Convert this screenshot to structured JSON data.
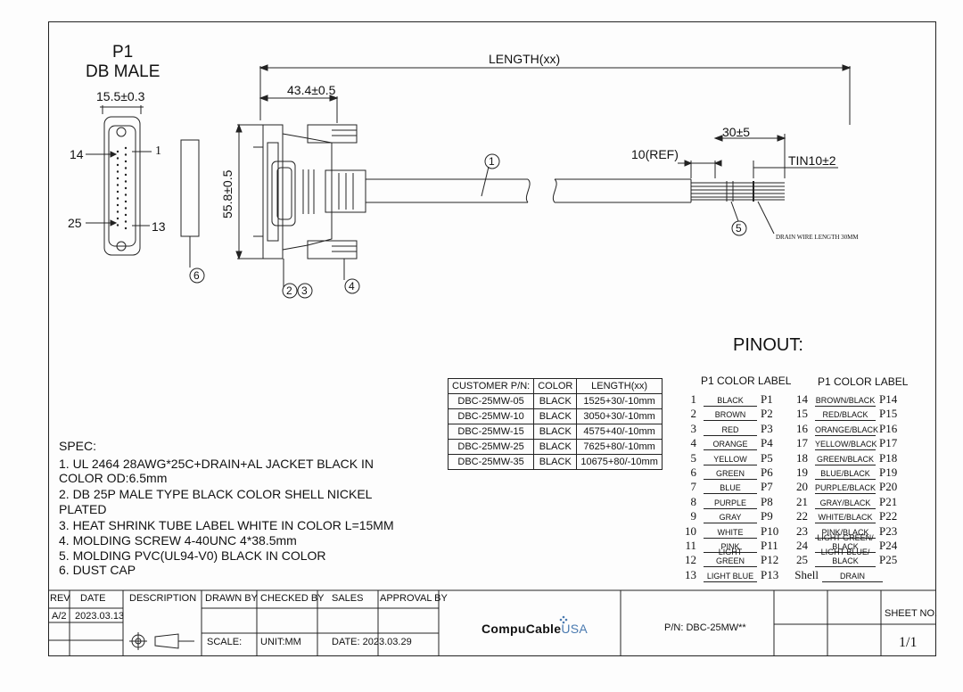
{
  "p1": {
    "title": "P1",
    "subtitle": "DB MALE",
    "dim_width": "15.5±0.3",
    "pin14": "14",
    "pin1": "1",
    "pin25": "25",
    "pin13": "13"
  },
  "dims": {
    "length": "LENGTH(xx)",
    "molding": "43.4±0.5",
    "height": "55.8±0.5",
    "strip": "30±5",
    "ref": "10(REF)",
    "tin": "TIN10±2",
    "drain_note": "DRAIN WIRE LENGTH 30MM"
  },
  "callouts": [
    "1",
    "2",
    "3",
    "4",
    "5",
    "6"
  ],
  "customer_table": {
    "headers": [
      "CUSTOMER P/N:",
      "COLOR",
      "LENGTH(xx)"
    ],
    "rows": [
      [
        "DBC-25MW-05",
        "BLACK",
        "1525+30/-10mm"
      ],
      [
        "DBC-25MW-10",
        "BLACK",
        "3050+30/-10mm"
      ],
      [
        "DBC-25MW-15",
        "BLACK",
        "4575+40/-10mm"
      ],
      [
        "DBC-25MW-25",
        "BLACK",
        "7625+80/-10mm"
      ],
      [
        "DBC-25MW-35",
        "BLACK",
        "10675+80/-10mm"
      ]
    ]
  },
  "pinout": {
    "title": "PINOUT:",
    "col_header": "P1  COLOR  LABEL",
    "left": [
      {
        "n": "1",
        "c": "BLACK",
        "p": "P1"
      },
      {
        "n": "2",
        "c": "BROWN",
        "p": "P2"
      },
      {
        "n": "3",
        "c": "RED",
        "p": "P3"
      },
      {
        "n": "4",
        "c": "ORANGE",
        "p": "P4"
      },
      {
        "n": "5",
        "c": "YELLOW",
        "p": "P5"
      },
      {
        "n": "6",
        "c": "GREEN",
        "p": "P6"
      },
      {
        "n": "7",
        "c": "BLUE",
        "p": "P7"
      },
      {
        "n": "8",
        "c": "PURPLE",
        "p": "P8"
      },
      {
        "n": "9",
        "c": "GRAY",
        "p": "P9"
      },
      {
        "n": "10",
        "c": "WHITE",
        "p": "P10"
      },
      {
        "n": "11",
        "c": "PINK",
        "p": "P11"
      },
      {
        "n": "12",
        "c": "LIGHT GREEN",
        "p": "P12"
      },
      {
        "n": "13",
        "c": "LIGHT BLUE",
        "p": "P13"
      }
    ],
    "right": [
      {
        "n": "14",
        "c": "BROWN/BLACK",
        "p": "P14"
      },
      {
        "n": "15",
        "c": "RED/BLACK",
        "p": "P15"
      },
      {
        "n": "16",
        "c": "ORANGE/BLACK",
        "p": "P16"
      },
      {
        "n": "17",
        "c": "YELLOW/BLACK",
        "p": "P17"
      },
      {
        "n": "18",
        "c": "GREEN/BLACK",
        "p": "P18"
      },
      {
        "n": "19",
        "c": "BLUE/BLACK",
        "p": "P19"
      },
      {
        "n": "20",
        "c": "PURPLE/BLACK",
        "p": "P20"
      },
      {
        "n": "21",
        "c": "GRAY/BLACK",
        "p": "P21"
      },
      {
        "n": "22",
        "c": "WHITE/BLACK",
        "p": "P22"
      },
      {
        "n": "23",
        "c": "PINK/BLACK",
        "p": "P23"
      },
      {
        "n": "24",
        "c": "LIGHT GREEN/ BLACK",
        "p": "P24"
      },
      {
        "n": "25",
        "c": "LIGHT BLUE/ BLACK",
        "p": "P25"
      },
      {
        "n": "Shell",
        "c": "DRAIN",
        "p": ""
      }
    ]
  },
  "spec": {
    "heading": "SPEC:",
    "lines": [
      "1.  UL 2464  28AWG*25C+DRAIN+AL  JACKET BLACK IN",
      "COLOR  OD:6.5mm",
      "2. DB 25P MALE TYPE BLACK COLOR SHELL NICKEL",
      "PLATED",
      "3. HEAT SHRINK TUBE LABEL WHITE IN COLOR L=15MM",
      "4. MOLDING SCREW 4-40UNC 4*38.5mm",
      "5. MOLDING PVC(UL94-V0) BLACK IN COLOR",
      "6. DUST CAP"
    ]
  },
  "title_block": {
    "rev_label": "REV",
    "date_label": "DATE",
    "desc_label": "DESCRIPTION",
    "drawn_label": "DRAWN BY",
    "checked_label": "CHECKED BY",
    "sales_label": "SALES",
    "approval_label": "APPROVAL BY",
    "rev": "A/2",
    "date": "2023.03.13",
    "scale_label": "SCALE:",
    "unit": "UNIT:MM",
    "date2": "DATE: 2023.03.29",
    "logo_main": "CompuCable",
    "logo_suffix": "USA",
    "pn": "P/N: DBC-25MW**",
    "sheet_label": "SHEET NO.",
    "sheet": "1/1"
  }
}
